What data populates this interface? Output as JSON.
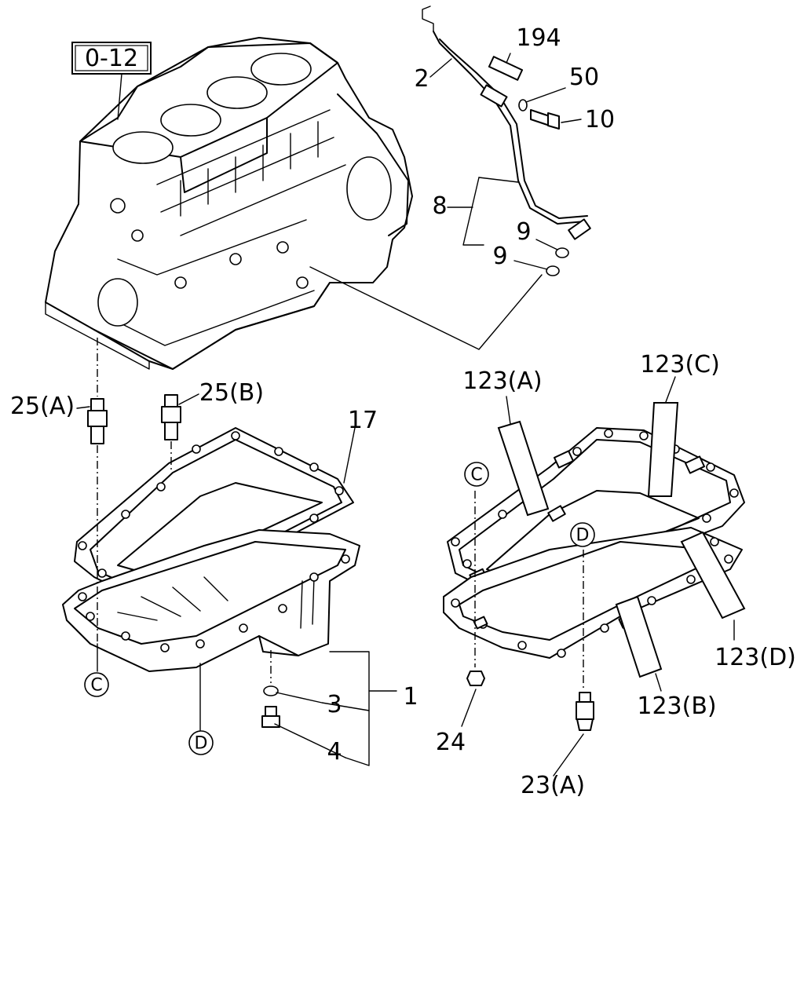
{
  "reference_box": "0-12",
  "callouts": {
    "p194": "194",
    "p2": "2",
    "p50": "50",
    "p10": "10",
    "p8": "8",
    "p9a": "9",
    "p9b": "9",
    "p25a": "25(A)",
    "p25b": "25(B)",
    "p17": "17",
    "p1": "1",
    "p3": "3",
    "p4": "4",
    "p123a": "123(A)",
    "p123c": "123(C)",
    "p123d": "123(D)",
    "p123b": "123(B)",
    "p24": "24",
    "p23a": "23(A)"
  },
  "circle_refs": {
    "c_left": "C",
    "d_left": "D",
    "c_right": "C",
    "d_right": "D"
  }
}
